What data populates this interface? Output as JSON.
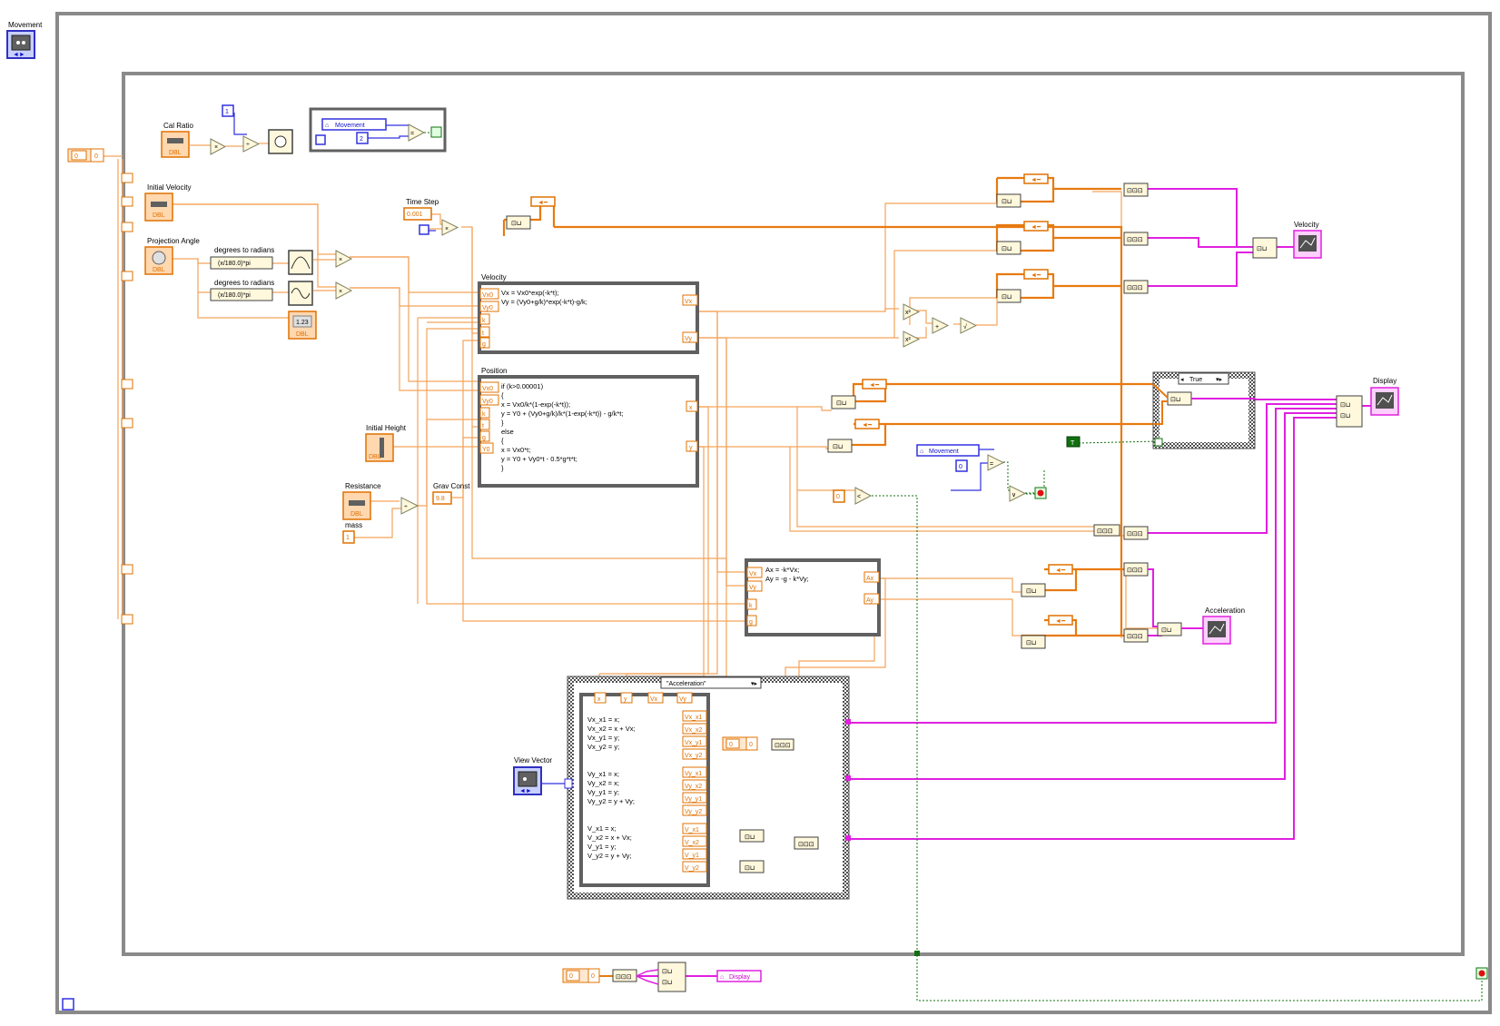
{
  "labels": {
    "movement_top": "Movement",
    "cal_ratio": "Cal Ratio",
    "initial_velocity": "Initial Velocity",
    "projection_angle": "Projection Angle",
    "deg_to_rad_1": "degrees to radians",
    "deg_to_rad_2": "degrees to radians",
    "formula_1": "(x/180.0)*pi",
    "formula_2": "(x/180.0)*pi",
    "time_step": "Time Step",
    "initial_height": "Initial Height",
    "resistance": "Resistance",
    "mass": "mass",
    "grav_const": "Grav Const",
    "velocity_node": "Velocity",
    "position_node": "Position",
    "view_vector": "View Vector",
    "velocity_indicator": "Velocity",
    "display_indicator": "Display",
    "acceleration_indicator": "Acceleration",
    "case_selector": "True",
    "accel_selector": "\"Acceleration\"",
    "movement_local_1": "Movement",
    "movement_local_2": "Movement",
    "display_local": "Display"
  },
  "constants": {
    "c_top_left": "0",
    "c_top_left_b": "0",
    "c_one": "1",
    "c_two": "2",
    "time_step_value": "0.001",
    "grav_const_value": "9.8",
    "mass_value": "1",
    "c_zero_mid": "0",
    "c_zero_cmp": "0",
    "c_zero_inner": "0",
    "c_zero_inner_b": "0",
    "c_zero_bottom": "0",
    "c_zero_bottom_b": "0",
    "bool_true": "T"
  },
  "velocity_formula": [
    "Vx = Vx0*exp(-k*t);",
    "Vy = (Vy0+g/k)*exp(-k*t)-g/k;"
  ],
  "velocity_inputs": [
    "Vx0",
    "Vy0",
    "k",
    "t",
    "g"
  ],
  "velocity_outputs": [
    "Vx",
    "Vy"
  ],
  "position_formula": [
    "if (k>0.00001)",
    "{",
    "x = Vx0/k*(1-exp(-k*t));",
    "y = Y0 + (Vy0+g/k)/k*(1-exp(-k*t)) - g/k*t;",
    "}",
    "else",
    "{",
    "x = Vx0*t;",
    "y = Y0 + Vy0*t - 0.5*g*t*t;",
    "}"
  ],
  "position_inputs": [
    "Vx0",
    "Vy0",
    "k",
    "t",
    "g",
    "Y0"
  ],
  "position_outputs": [
    "x",
    "y"
  ],
  "accel_formula": [
    "Ax = -k*Vx;",
    "Ay = -g - k*Vy;"
  ],
  "accel_inputs": [
    "Vx",
    "Vy",
    "k",
    "g"
  ],
  "accel_outputs": [
    "Ax",
    "Ay"
  ],
  "vector_inputs": [
    "x",
    "y",
    "Vx",
    "Vy"
  ],
  "vector_formula": [
    "Vx_x1 = x;",
    "Vx_x2 = x + Vx;",
    "Vx_y1 = y;",
    "Vx_y2 = y;",
    "",
    "",
    "Vy_x1 = x;",
    "Vy_x2 = x;",
    "Vy_y1 = y;",
    "Vy_y2 = y + Vy;",
    "",
    "",
    "V_x1 = x;",
    "V_x2 = x + Vx;",
    "V_y1 = y;",
    "V_y2 = y + Vy;"
  ],
  "vector_outputs": [
    "Vx_x1",
    "Vx_x2",
    "Vx_y1",
    "Vx_y2",
    "Vy_x1",
    "Vy_x2",
    "Vy_y1",
    "Vy_y2",
    "V_x1",
    "V_x2",
    "V_y1",
    "V_y2"
  ],
  "colors": {
    "orange_wire": "#f5a35a",
    "orange_thick": "#e87a10",
    "blue_wire": "#3030e0",
    "magenta_wire": "#e020e0",
    "green_wire": "#107010",
    "frame_gray": "#808080",
    "node_fill": "#fff8dc"
  }
}
